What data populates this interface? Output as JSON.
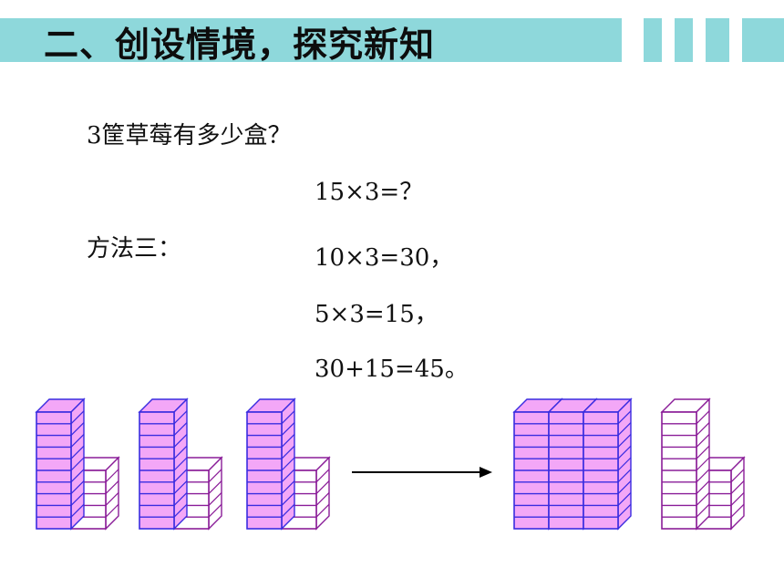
{
  "header": {
    "title": "二、创设情境，探究新知",
    "band_color": "#8ed8db"
  },
  "content": {
    "question": "3筐草莓有多少盒？",
    "equation": "15×3=？",
    "method_label": "方法三：",
    "steps": [
      "10×3=30，",
      "5×3=15，",
      "30+15=45。"
    ]
  },
  "diagram": {
    "baskets": 3,
    "tall_stack_boxes": 10,
    "short_stack_boxes": 5,
    "colors": {
      "tall_fill": "#f3a7f7",
      "tall_stroke": "#3a2ce0",
      "short_fill": "#ffffff",
      "short_stroke": "#8a1d98",
      "arrow": "#000000"
    }
  }
}
